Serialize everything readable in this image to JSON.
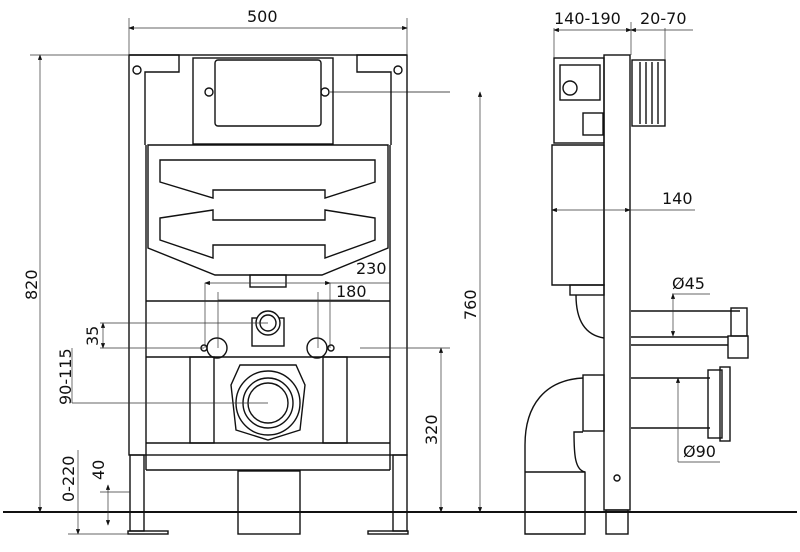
{
  "diagram": {
    "front_view": {
      "width_label": "500",
      "total_height_label": "820",
      "outlet_spacing_outer_label": "230",
      "outlet_spacing_inner_label": "180",
      "inlet_offset_label": "35",
      "outlet_height_range_label": "90-115",
      "leg_adjust_range_label": "0-220",
      "foot_height_label": "40",
      "outlet_height_label": "320",
      "frame_top_height_label": "760"
    },
    "side_view": {
      "depth_range_label": "140-190",
      "flush_plate_range_label": "20-70",
      "cistern_depth_label": "140",
      "small_pipe_diameter_label": "Ø45",
      "large_pipe_diameter_label": "Ø90"
    }
  }
}
